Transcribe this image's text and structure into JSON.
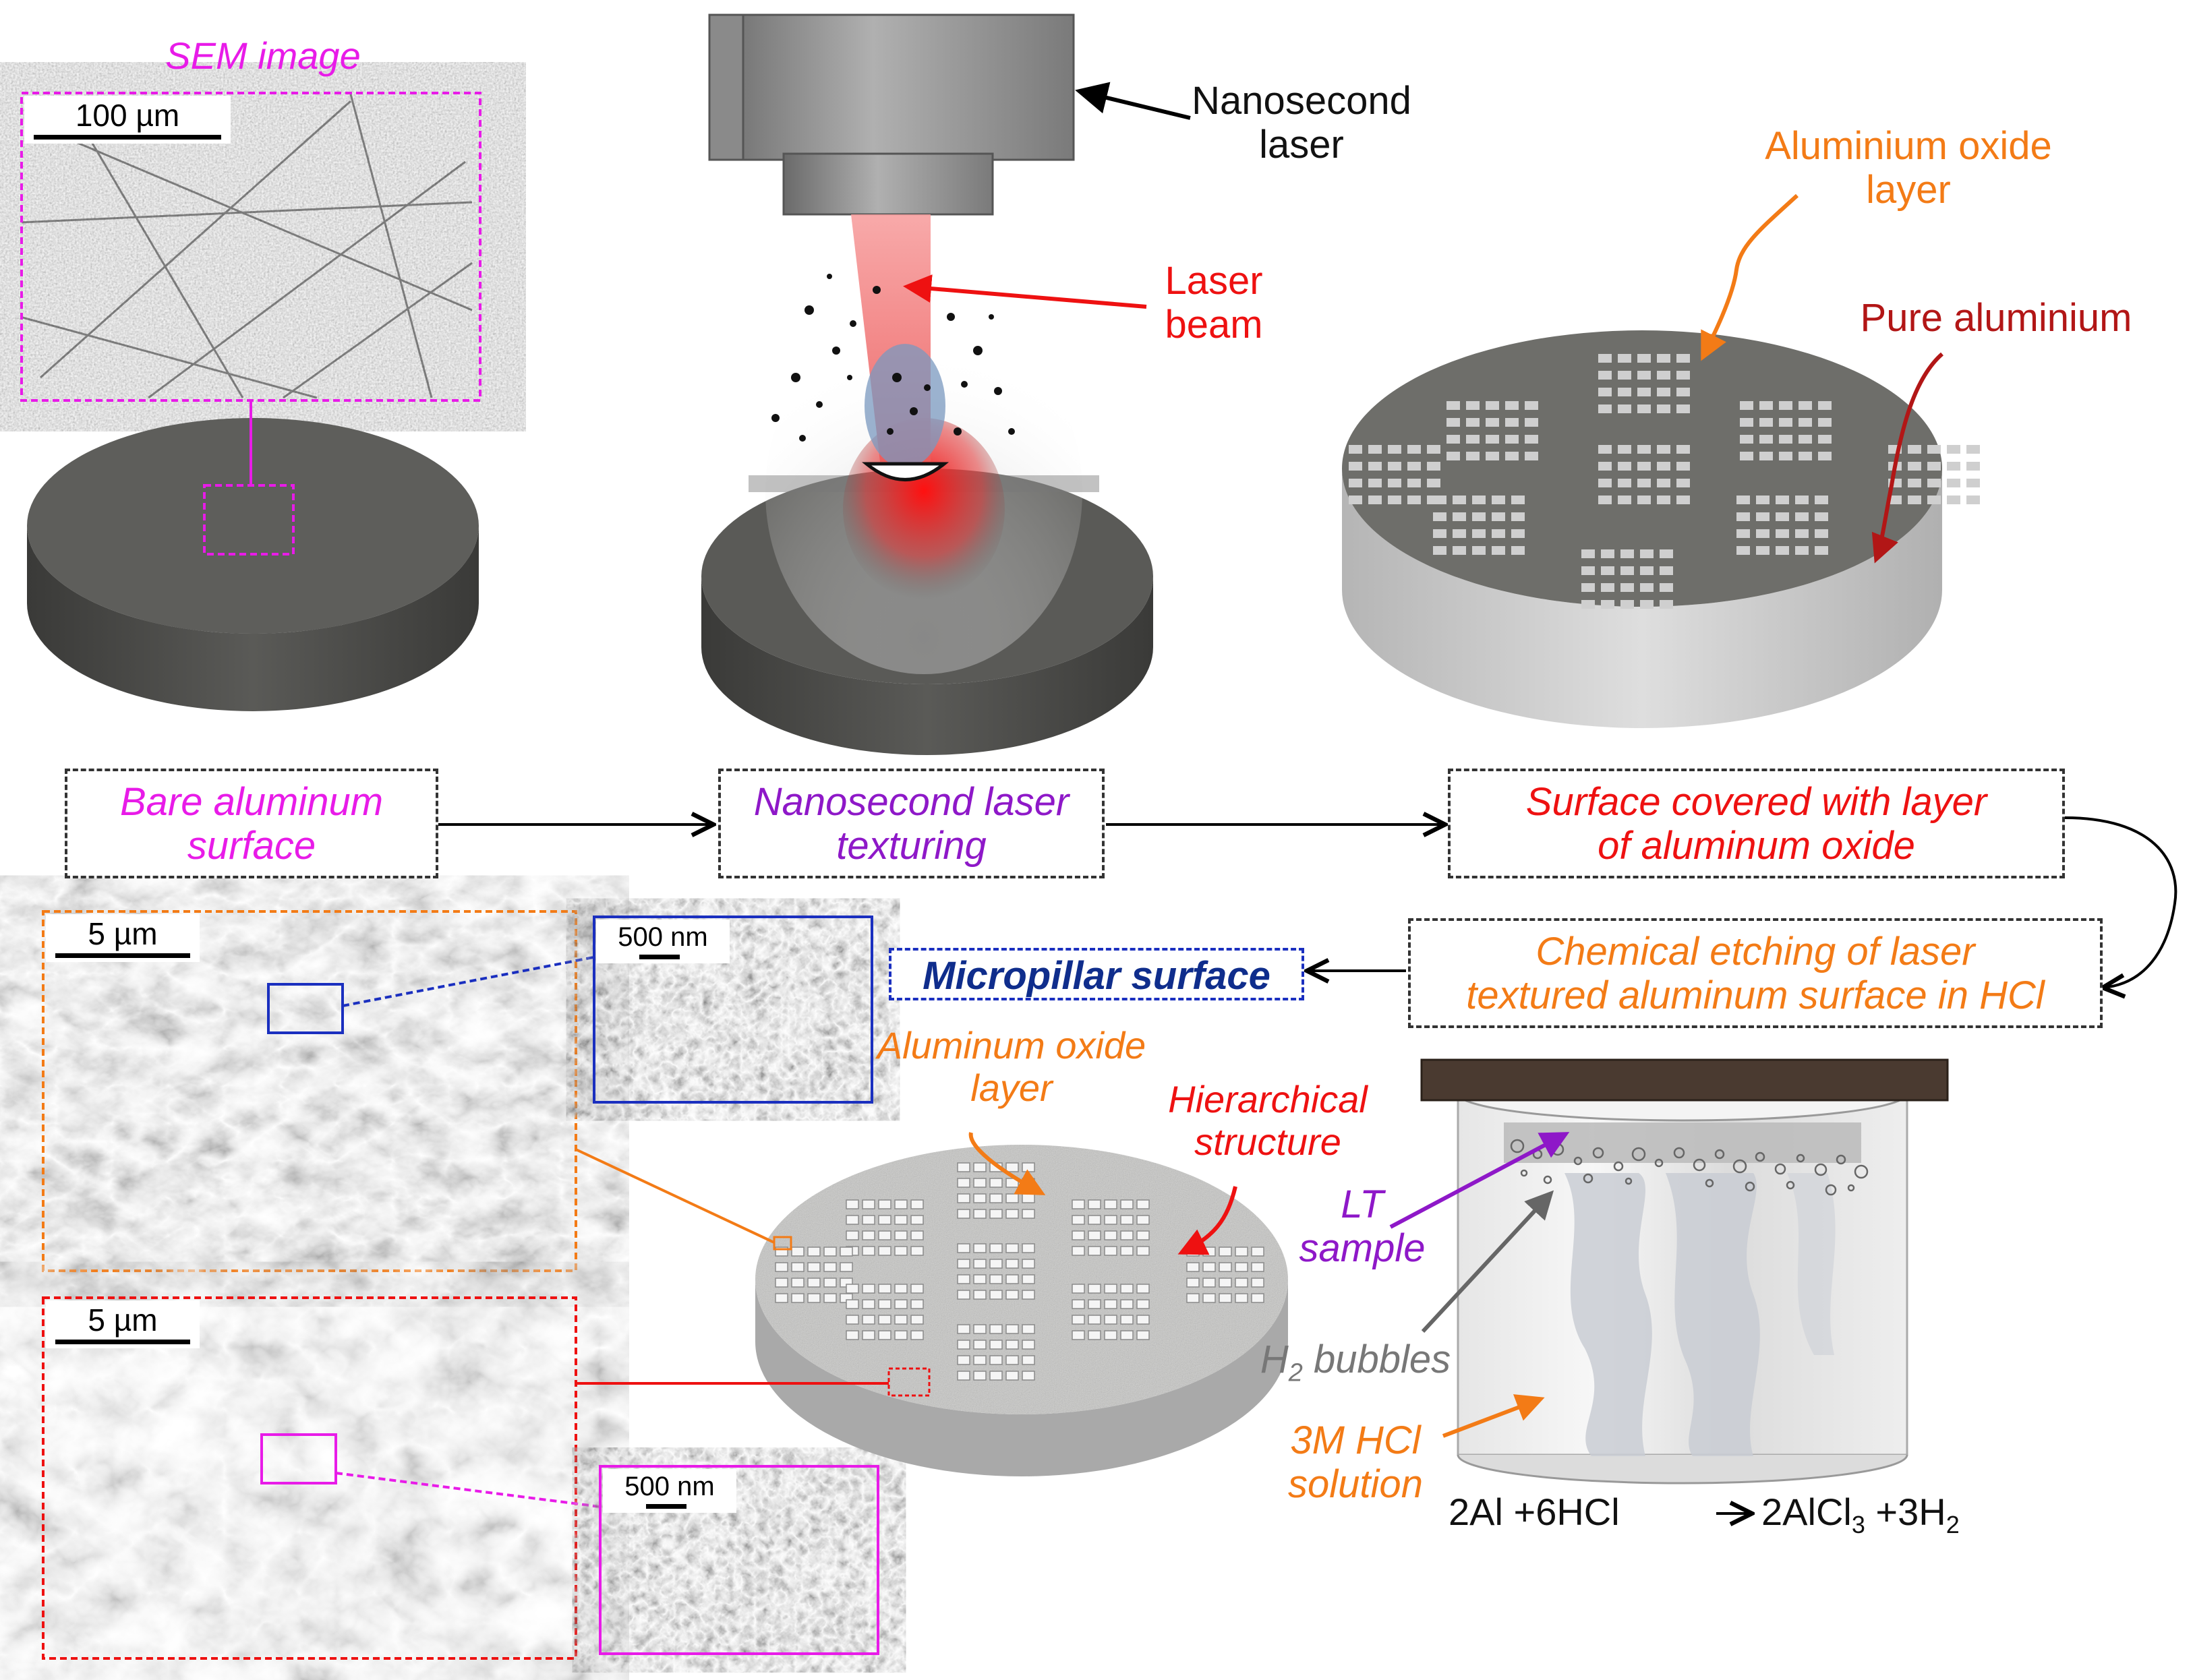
{
  "labels": {
    "sem_title": "SEM image",
    "scale_100um": "100 µm",
    "nanosecond_laser": "Nanosecond\nlaser",
    "laser_beam": "Laser\nbeam",
    "aluminium_oxide_layer": "Aluminium oxide\nlayer",
    "pure_aluminium": "Pure aluminium",
    "micropillar_surface": "Micropillar surface",
    "aluminum_oxide_layer": "Aluminum oxide\nlayer",
    "hierarchical_structure": "Hierarchical\nstructure",
    "lt_sample": "LT\nsample",
    "h2_prefix": "H",
    "h2_sub": "2",
    "h2_suffix": " bubbles",
    "hcl_solution": "3M HCl\nsolution",
    "scale_5um_a": "5 µm",
    "scale_5um_b": "5 µm",
    "scale_500nm_a": "500 nm",
    "scale_500nm_b": "500 nm"
  },
  "steps": {
    "bare": "Bare aluminum\nsurface",
    "laser": "Nanosecond laser\ntexturing",
    "oxide": "Surface covered with layer\nof aluminum oxide",
    "etching": "Chemical etching of laser\ntextured aluminum surface in HCl"
  },
  "equation": {
    "lhs": "2Al +6HCl",
    "rhs_a": "2AlCl",
    "sub_a": "3",
    "rhs_b": " +3H",
    "sub_b": "2"
  },
  "colors": {
    "magenta": "#e81be8",
    "purple": "#8e18c8",
    "red": "#ee1111",
    "dark_red": "#b21616",
    "orange": "#f37b16",
    "navy": "#0f2d8c",
    "blue_inset": "#1a2fbf",
    "disc_dark": "#5b5b58",
    "disc_light": "#c9c9c9"
  }
}
